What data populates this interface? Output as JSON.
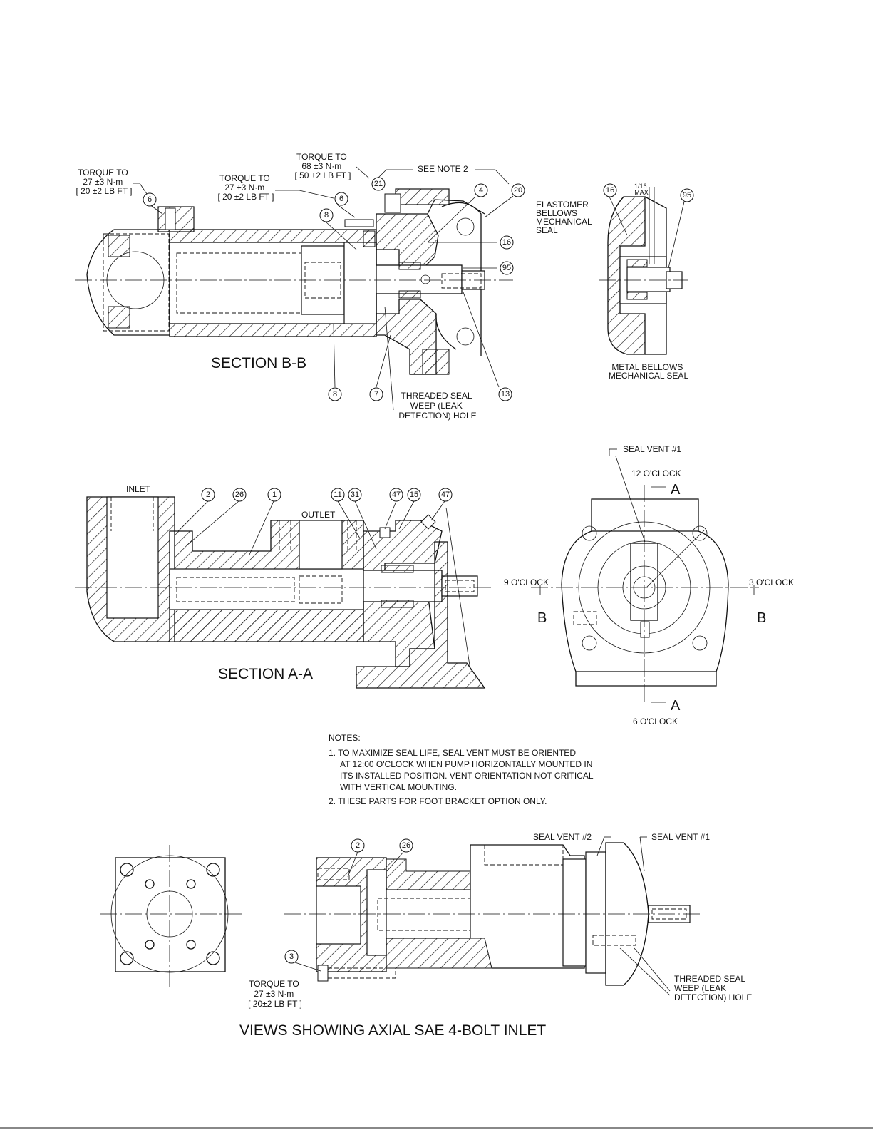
{
  "labels": {
    "torque_6_left": [
      "TORQUE TO",
      "27  ±3 N·m",
      "[ 20  ±2 LB FT ]"
    ],
    "torque_6_mid": [
      "TORQUE TO",
      "27  ±3 N·m",
      "[ 20  ±2 LB FT ]"
    ],
    "torque_21": [
      "TORQUE TO",
      "68  ±3 N·m",
      "[ 50  ±2 LB FT ]"
    ],
    "see_note_2": "SEE NOTE 2",
    "elastomer_seal": [
      "ELASTOMER",
      "BELLOWS",
      "MECHANICAL",
      "SEAL"
    ],
    "max_dim": [
      "1/16",
      "MAX"
    ],
    "metal_bellows_seal": [
      "METAL BELLOWS",
      "MECHANICAL SEAL"
    ],
    "section_bb": "SECTION B-B",
    "weep_hole_top": [
      "THREADED SEAL",
      "WEEP (LEAK",
      "DETECTION) HOLE"
    ],
    "seal_vent_1": "SEAL VENT #1",
    "clock_12": "12 O'CLOCK",
    "clock_9": "9 O'CLOCK",
    "clock_3": "3 O'CLOCK",
    "clock_6": "6 O'CLOCK",
    "section_letter_a": "A",
    "section_letter_b": "B",
    "inlet": "INLET",
    "outlet": "OUTLET",
    "section_aa": "SECTION A-A",
    "seal_vent_2": "SEAL VENT #2",
    "torque_3": [
      "TORQUE TO",
      "27 ±3 N·m",
      "[ 20±2 LB FT ]"
    ],
    "weep_hole_bottom": [
      "THREADED SEAL",
      "WEEP (LEAK",
      "DETECTION) HOLE"
    ],
    "views_title": "VIEWS SHOWING AXIAL SAE 4-BOLT INLET"
  },
  "notes": {
    "heading": "NOTES:",
    "note1": [
      "1. TO MAXIMIZE SEAL LIFE, SEAL VENT MUST BE ORIENTED",
      "AT 12:00 O'CLOCK WHEN PUMP HORIZONTALLY MOUNTED IN",
      "ITS INSTALLED POSITION.  VENT ORIENTATION NOT CRITICAL",
      "WITH VERTICAL MOUNTING."
    ],
    "note2": "2. THESE PARTS FOR FOOT BRACKET OPTION ONLY."
  },
  "balloons": {
    "bb": [
      "6",
      "6",
      "21",
      "4",
      "20",
      "8",
      "16",
      "95",
      "8",
      "7",
      "13"
    ],
    "metal": [
      "16",
      "95"
    ],
    "aa": [
      "2",
      "26",
      "1",
      "11",
      "31",
      "47",
      "15",
      "47"
    ],
    "bottom": [
      "2",
      "26",
      "3"
    ]
  }
}
